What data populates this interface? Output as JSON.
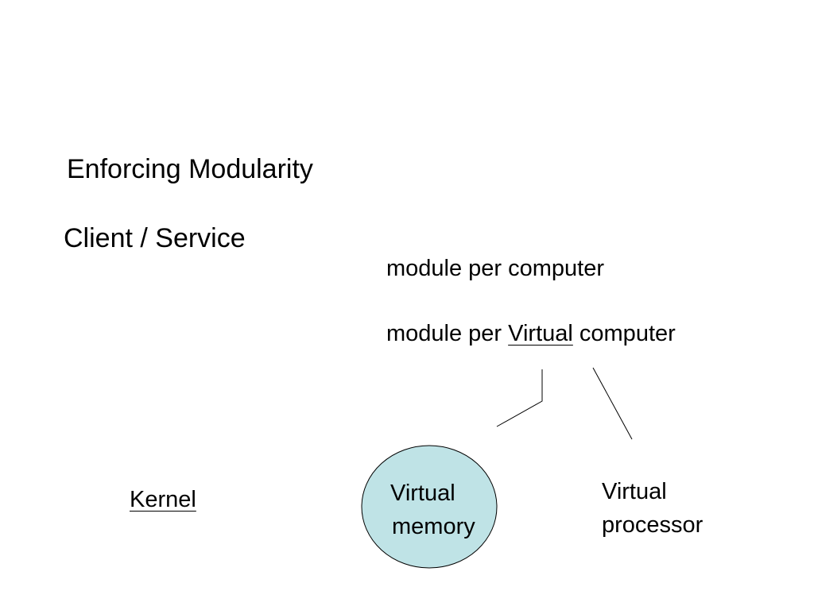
{
  "slide": {
    "title": "Enforcing Modularity",
    "subtitle": "Client / Service",
    "line1": "module per computer",
    "line2": {
      "prefix": "module per ",
      "underlined": "Virtual",
      "suffix": " computer"
    },
    "kernel": "Kernel",
    "virtual_memory": {
      "line1": "Virtual",
      "line2": "memory"
    },
    "virtual_processor": {
      "line1": "Virtual",
      "line2": "processor"
    }
  },
  "colors": {
    "ellipse_fill": "#bfe3e6",
    "stroke": "#000000"
  }
}
